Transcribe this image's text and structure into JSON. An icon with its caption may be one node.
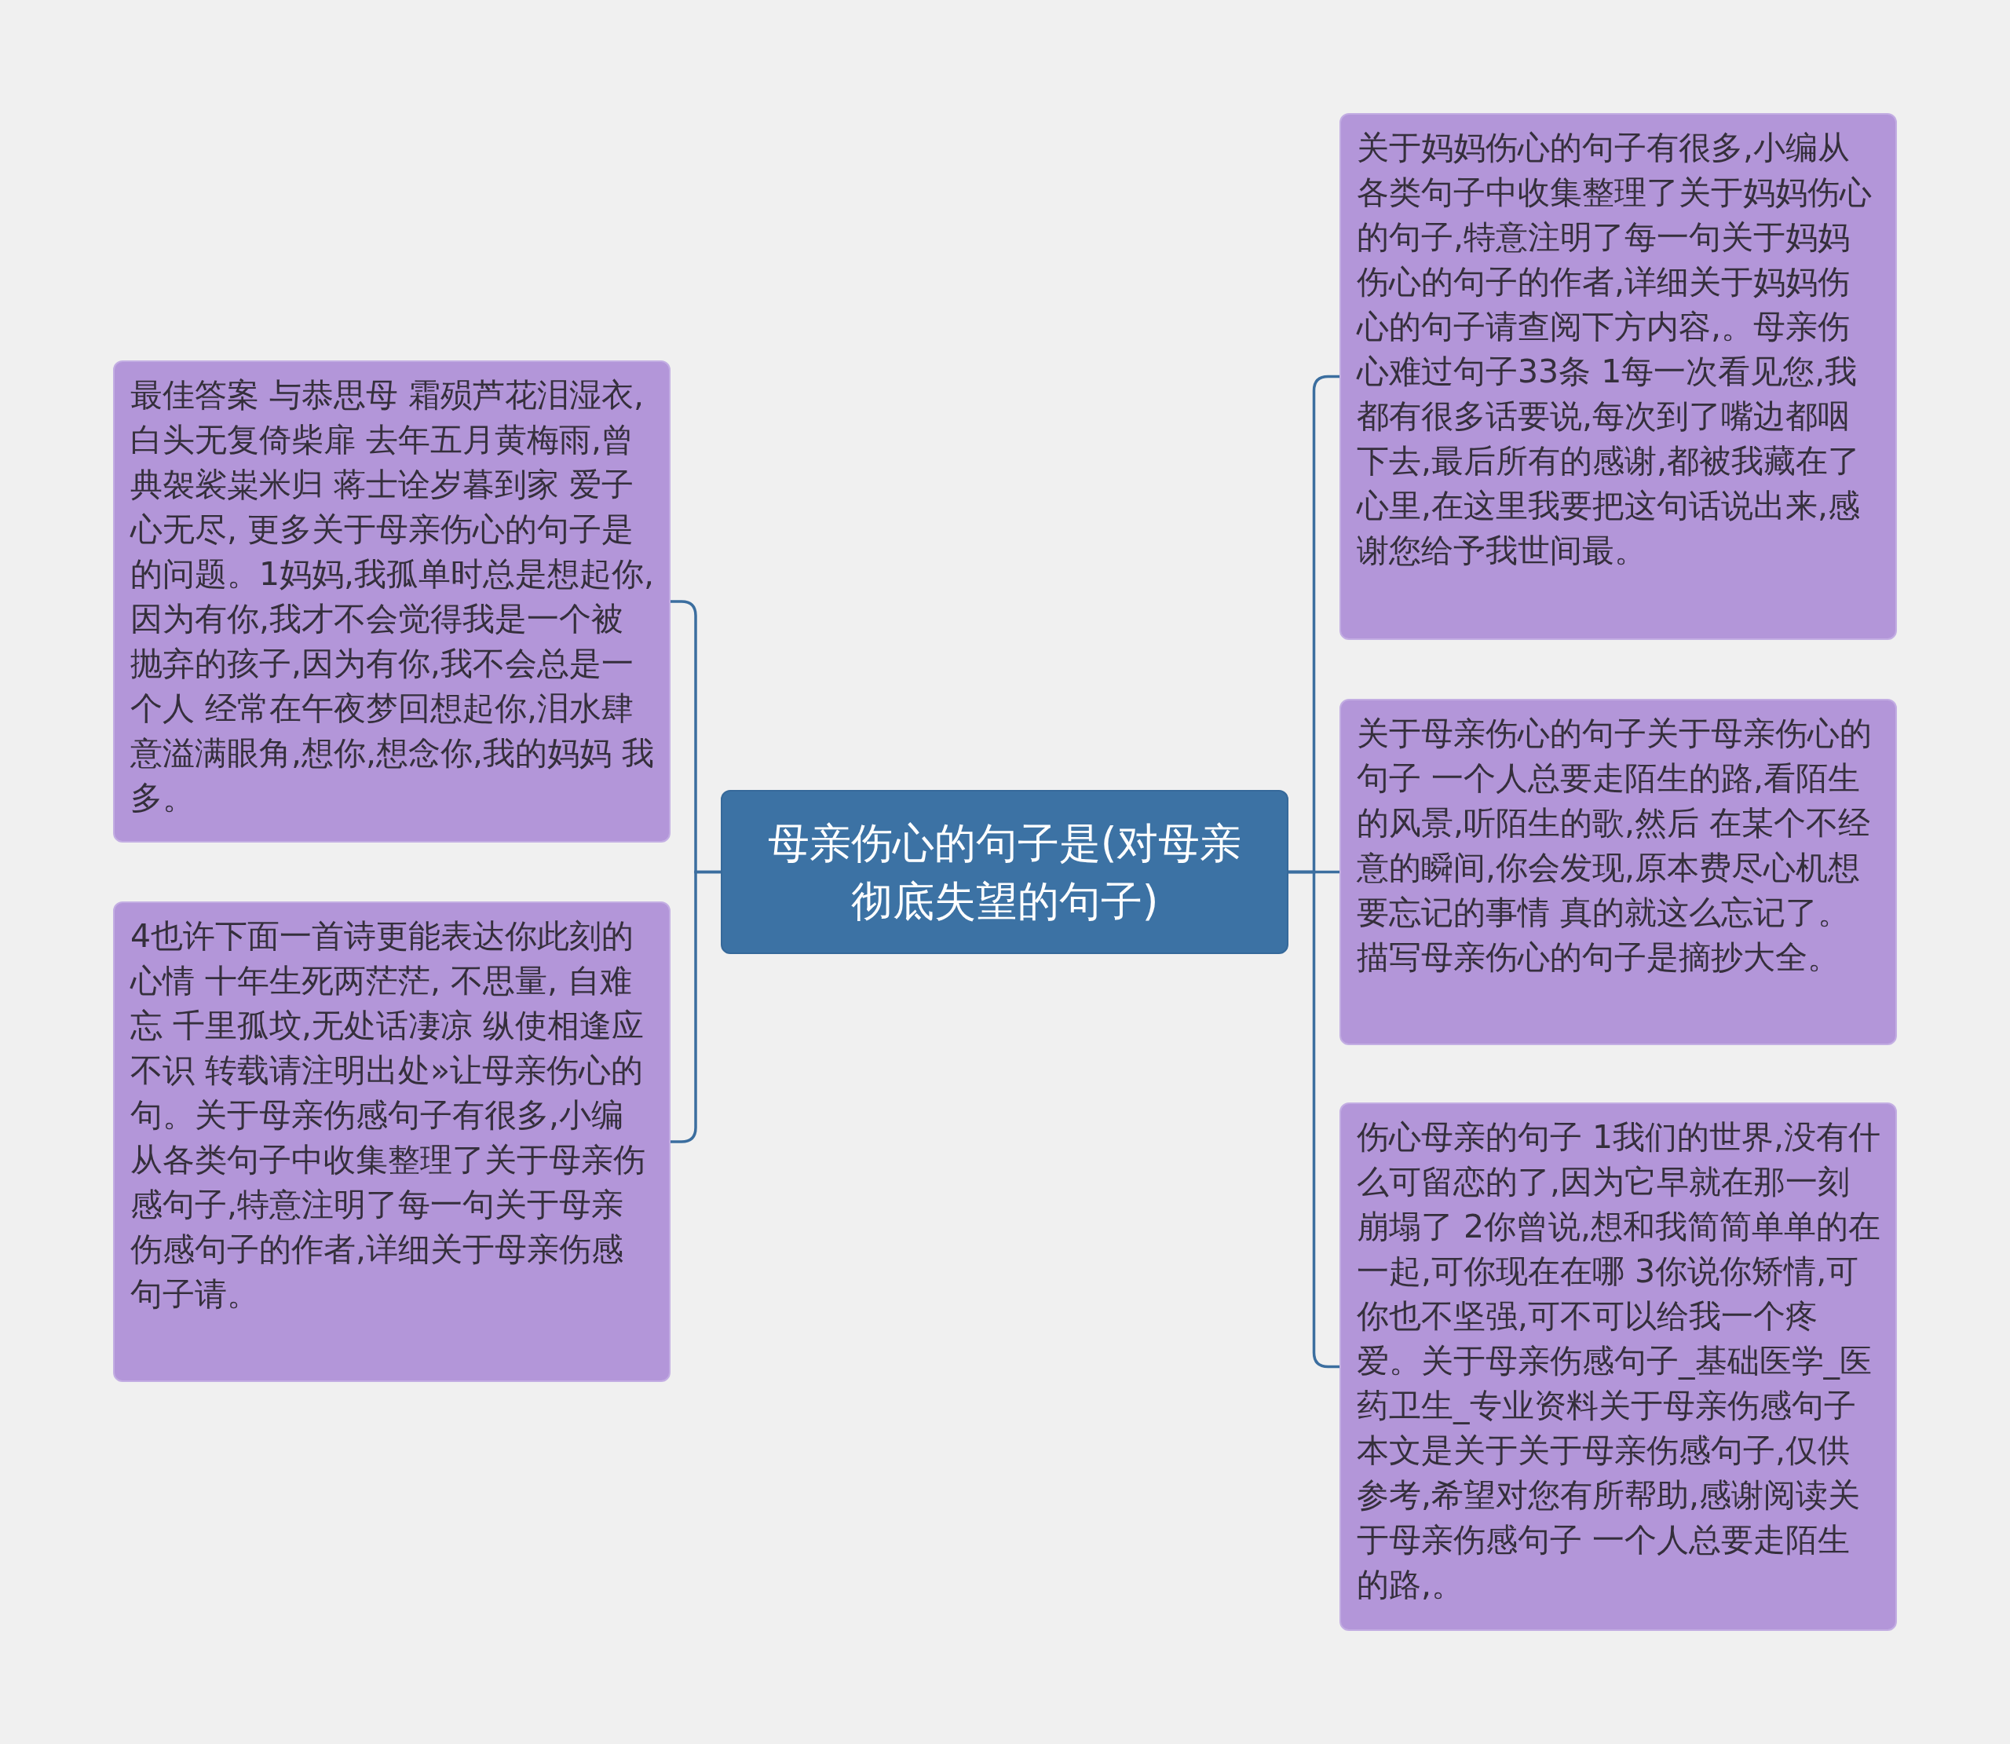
{
  "diagram": {
    "nodes": [
      {
        "text": [
          "母亲伤心的句子是(对母亲彻底失望的句子)"
        ]
      },
      {
        "text": [
          "最佳答案 与恭思母 霜殒芦花泪湿衣,白头无复倚柴扉 去年五月黄梅雨,曾典袈裟粜米归 蒋士诠岁暮到家 爱子心无尽, 更多关于母亲伤心的句子是的问题。1妈妈,我孤单时总是想起你,因为有你,我才不会觉得我是一个被抛弃的孩子,因为有你,我不会总是一个人 经常在午夜梦回想起你,泪水肆意溢满眼角,想你,想念你,我的妈妈 我多。"
        ]
      },
      {
        "text": [
          "4也许下面一首诗更能表达你此刻的心情 十年生死两茫茫, 不思量, 自难忘 千里孤坟,无处话凄凉 纵使相逢应不识 转载请注明出处»让母亲伤心的句。关于母亲伤感句子有很多,小编从各类句子中收集整理了关于母亲伤感句子,特意注明了每一句关于母亲伤感句子的作者,详细关于母亲伤感句子请。"
        ]
      },
      {
        "text": [
          "关于妈妈伤心的句子有很多,小编从各类句子中收集整理了关于妈妈伤心的句子,特意注明了每一句关于妈妈伤心的句子的作者,详细关于妈妈伤心的句子请查阅下方内容,。母亲伤心难过句子33条 1每一次看见您,我都有很多话要说,每次到了嘴边都咽下去,最后所有的感谢,都被我藏在了心里,在这里我要把这句话说出来,感谢您给予我世间最。"
        ]
      },
      {
        "text": [
          "关于母亲伤心的句子关于母亲伤心的句子 一个人总要走陌生的路,看陌生的风景,听陌生的歌,然后 在某个不经意的瞬间,你会发现,原本费尽心机想要忘记的事情 真的就这么忘记了。描写母亲伤心的句子是摘抄大全。"
        ]
      },
      {
        "text": [
          "伤心母亲的句子 1我们的世界,没有什么可留恋的了,因为它早就在那一刻崩塌了 2你曾说,想和我简简单单的在一起,可你现在在哪 3你说你矫情,可你也不坚强,可不可以给我一个疼爱。关于母亲伤感句子_基础医学_医药卫生_专业资料关于母亲伤感句子本文是关于关于母亲伤感句子,仅供参考,希望对您有所帮助,感谢阅读关于母亲伤感句子 一个人总要走陌生的路,。"
        ]
      }
    ],
    "edges": [
      {
        "from": 0,
        "to": 1,
        "arrow": "none"
      },
      {
        "from": 0,
        "to": 2,
        "arrow": "none"
      },
      {
        "from": 0,
        "to": 3,
        "arrow": "none"
      },
      {
        "from": 0,
        "to": 4,
        "arrow": "none"
      },
      {
        "from": 0,
        "to": 5,
        "arrow": "none"
      }
    ]
  }
}
